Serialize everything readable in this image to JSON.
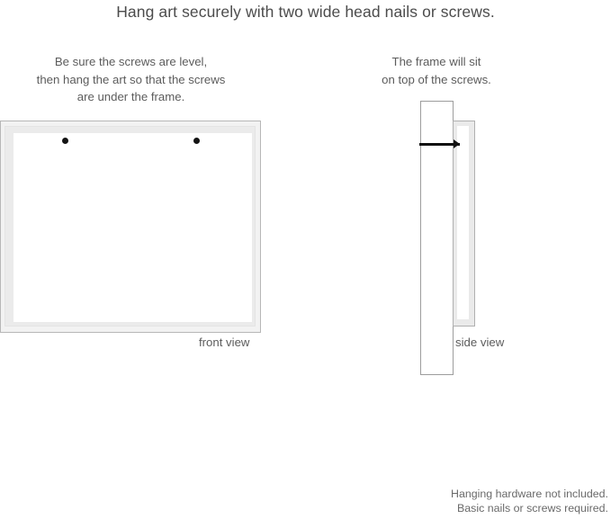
{
  "headline": "Hang art securely with two wide head nails or screws.",
  "captions": {
    "left": {
      "line1": "Be sure the screws are level,",
      "line2": "then hang the art so that the screws",
      "line3": "are under the frame."
    },
    "right": {
      "line1": "The frame will sit",
      "line2": "on top of the screws."
    }
  },
  "diagrams": {
    "front": {
      "label": "front view",
      "screw_count": 2,
      "screw_positions": [
        "left",
        "right"
      ]
    },
    "side": {
      "label": "side view",
      "nail": "wide-head-nail"
    }
  },
  "footer": {
    "line1": "Hanging hardware not included.",
    "line2": "Basic nails or screws required."
  },
  "colors": {
    "text": "#5a5a5a",
    "headline": "#4c4c4c",
    "frame_border": "#b7b7b7",
    "frame_fill": "#f2f2f2",
    "mat_fill": "#ebebeb",
    "art_fill": "#ffffff",
    "screw_dot": "#141414",
    "wall_border": "#9d9d9d",
    "nail": "#111111",
    "background": "#ffffff"
  }
}
